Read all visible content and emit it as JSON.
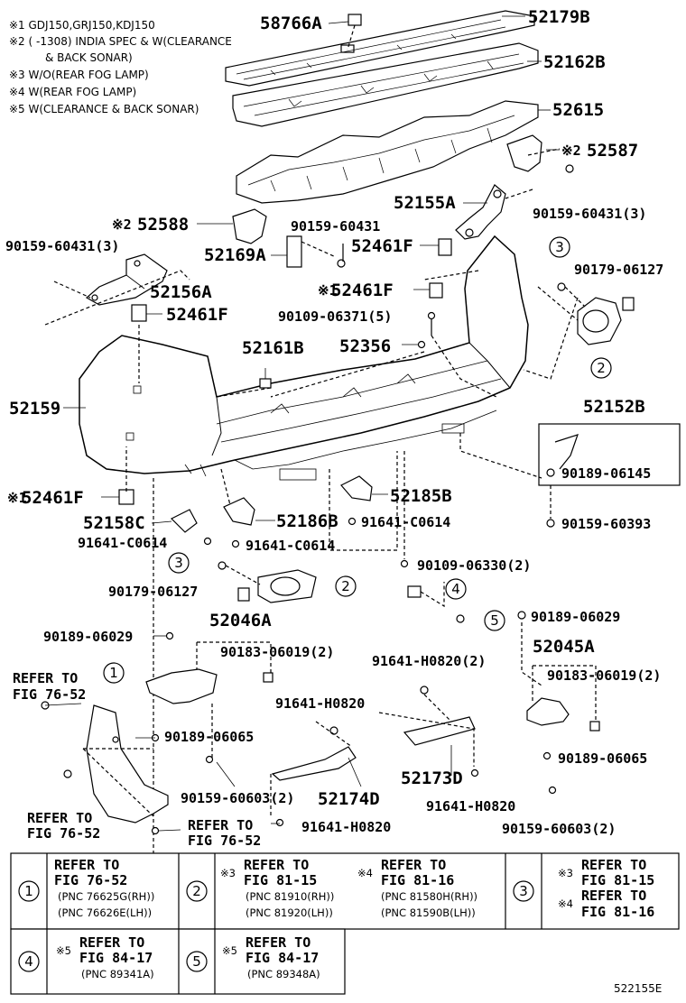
{
  "notes": [
    "※1 GDJ150,GRJ150,KDJ150",
    "※2 (        -1308) INDIA SPEC & W(CLEARANCE",
    "& BACK SONAR)",
    "※3 W/O(REAR FOG LAMP)",
    "※4 W(REAR FOG LAMP)",
    "※5 W(CLEARANCE & BACK SONAR)"
  ],
  "parts": {
    "p58766A": "58766A",
    "p52179B": "52179B",
    "p52162B": "52162B",
    "p52615": "52615",
    "p52587": "52587",
    "p52588": "52588",
    "p9015960431": "90159-60431",
    "p9015960431_3a": "90159-60431(3)",
    "p9015960431_3b": "90159-60431(3)",
    "p52155A": "52155A",
    "p52169A": "52169A",
    "p52461F_a": "52461F",
    "p52461F_b": "52461F",
    "p52461F_c": "52461F",
    "p52461F_d": "52461F",
    "p52156A": "52156A",
    "p9017906127_a": "90179-06127",
    "p9017906127_b": "90179-06127",
    "p9010906371": "90109-06371(5)",
    "p52161B": "52161B",
    "p52356": "52356",
    "p52159": "52159",
    "p52152B": "52152B",
    "p9018906145": "90189-06145",
    "p52185B": "52185B",
    "p52158C": "52158C",
    "p52186B": "52186B",
    "p91641C0614_a": "91641-C0614",
    "p91641C0614_b": "91641-C0614",
    "p91641C0614_c": "91641-C0614",
    "p9015960393": "90159-60393",
    "p9010906330": "90109-06330(2)",
    "p52046A": "52046A",
    "p9018906029_a": "90189-06029",
    "p9018906029_b": "90189-06029",
    "p9018306019_a": "90183-06019(2)",
    "p9018306019_b": "90183-06019(2)",
    "p52045A": "52045A",
    "p91641H0820_2": "91641-H0820(2)",
    "p91641H0820_a": "91641-H0820",
    "p91641H0820_b": "91641-H0820",
    "p91641H0820_c": "91641-H0820",
    "p9018906065_a": "90189-06065",
    "p9018906065_b": "90189-06065",
    "p52173D": "52173D",
    "p52174D": "52174D",
    "p9015960603_a": "90159-60603(2)",
    "p9015960603_b": "90159-60603(2)"
  },
  "refers": {
    "r1a": "REFER TO",
    "r1b": "FIG 76-52",
    "r2a": "REFER TO",
    "r2b": "FIG 76-52",
    "r3a": "REFER TO",
    "r3b": "FIG 76-52"
  },
  "markers": {
    "m1": "1",
    "m2": "2",
    "m3": "3",
    "m4": "4",
    "m5": "5",
    "m2b": "2",
    "m3b": "3"
  },
  "mark2": "※2",
  "mark1": "※1",
  "table": {
    "c1": {
      "num": "1",
      "l1": "REFER TO",
      "l2": "FIG 76-52",
      "s1": "(PNC 76625G(RH))",
      "s2": "(PNC 76626E(LH))"
    },
    "c2a": {
      "num": "2",
      "mark": "※3",
      "l1": "REFER TO",
      "l2": "FIG 81-15",
      "s1": "(PNC 81910(RH))",
      "s2": "(PNC 81920(LH))"
    },
    "c2b": {
      "mark": "※4",
      "l1": "REFER TO",
      "l2": "FIG 81-16",
      "s1": "(PNC 81580H(RH))",
      "s2": "(PNC 81590B(LH))"
    },
    "c3": {
      "num": "3",
      "mark1": "※3",
      "l1": "REFER TO",
      "l2": "FIG 81-15",
      "mark2": "※4",
      "l3": "REFER TO",
      "l4": "FIG 81-16"
    },
    "c4": {
      "num": "4",
      "mark": "※5",
      "l1": "REFER TO",
      "l2": "FIG 84-17",
      "s1": "(PNC 89341A)"
    },
    "c5": {
      "num": "5",
      "mark": "※5",
      "l1": "REFER TO",
      "l2": "FIG 84-17",
      "s1": "(PNC 89348A)"
    }
  },
  "figure_code": "522155E"
}
